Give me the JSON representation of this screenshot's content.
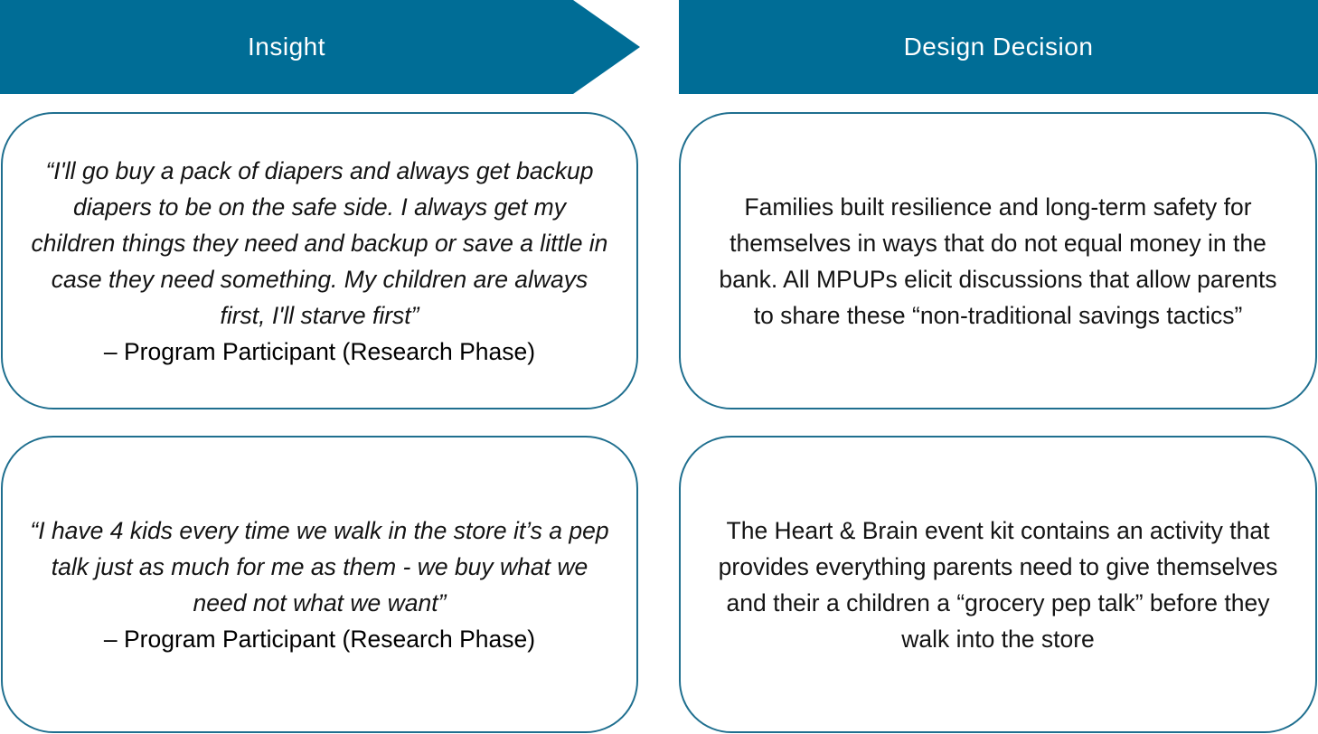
{
  "headers": {
    "insight": "Insight",
    "design_decision": "Design Decision"
  },
  "colors": {
    "header_fill": "#006d96",
    "card_border": "#1f6f8f"
  },
  "rows": [
    {
      "insight_quote": "“I'll go buy a pack of diapers and always get backup diapers to be on the safe side. I always get my children things they need and backup or save a little in case they need something. My children are always first, I'll starve first”",
      "insight_attribution": "–  Program Participant (Research Phase)",
      "design_decision": "Families built resilience and long-term safety for themselves in ways that do not equal money in the bank. All MPUPs elicit discussions that allow parents to share these “non-traditional savings tactics”"
    },
    {
      "insight_quote": "“I have 4 kids every time we walk in the store it’s a pep talk just as much for me as them - we buy what we need not what we want”",
      "insight_attribution": "– Program Participant (Research Phase)",
      "design_decision": "The Heart & Brain event kit contains an activity that provides everything parents need to give themselves and their a children a “grocery pep talk” before they walk into the store"
    }
  ]
}
